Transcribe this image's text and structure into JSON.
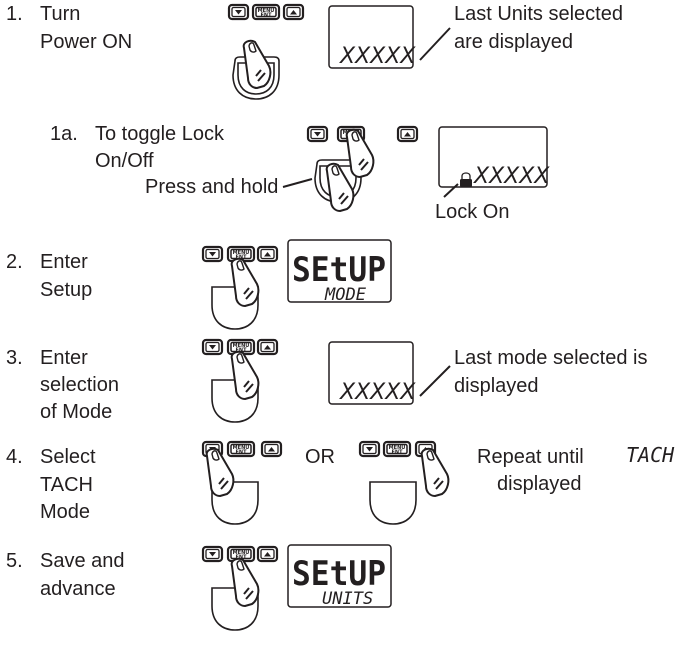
{
  "steps": [
    {
      "number": "1.",
      "text_lines": [
        "Turn",
        "Power ON"
      ],
      "display": {
        "readout": "XXXXX"
      },
      "callout": [
        "Last Units selected",
        "are displayed"
      ]
    },
    {
      "number": "1a.",
      "text_lines": [
        "To toggle Lock",
        "On/Off"
      ],
      "press_label": "Press and hold",
      "display": {
        "readout": "XXXXX"
      },
      "lock_label": "Lock On"
    },
    {
      "number": "2.",
      "text_lines": [
        "Enter",
        "Setup"
      ],
      "display": {
        "line1": "SEtUP",
        "line2": "MODE"
      }
    },
    {
      "number": "3.",
      "text_lines": [
        "Enter",
        "selection",
        "of Mode"
      ],
      "display": {
        "readout": "XXXXX"
      },
      "callout": [
        "Last mode selected is",
        "displayed"
      ]
    },
    {
      "number": "4.",
      "text_lines": [
        "Select",
        "TACH",
        "Mode"
      ],
      "or_label": "OR",
      "repeat_text": "Repeat until",
      "repeat_value": "TACH",
      "repeat_text2": "displayed"
    },
    {
      "number": "5.",
      "text_lines": [
        "Save and",
        "advance"
      ],
      "display": {
        "line1": "SEtUP",
        "line2": "UNITS"
      }
    }
  ],
  "icons": {
    "down_key": "down-arrow-key-icon",
    "menu_key": "menu-enter-key-icon",
    "up_key": "up-arrow-key-icon",
    "finger": "finger-press-icon",
    "button": "device-button-icon",
    "lock": "lock-icon"
  }
}
